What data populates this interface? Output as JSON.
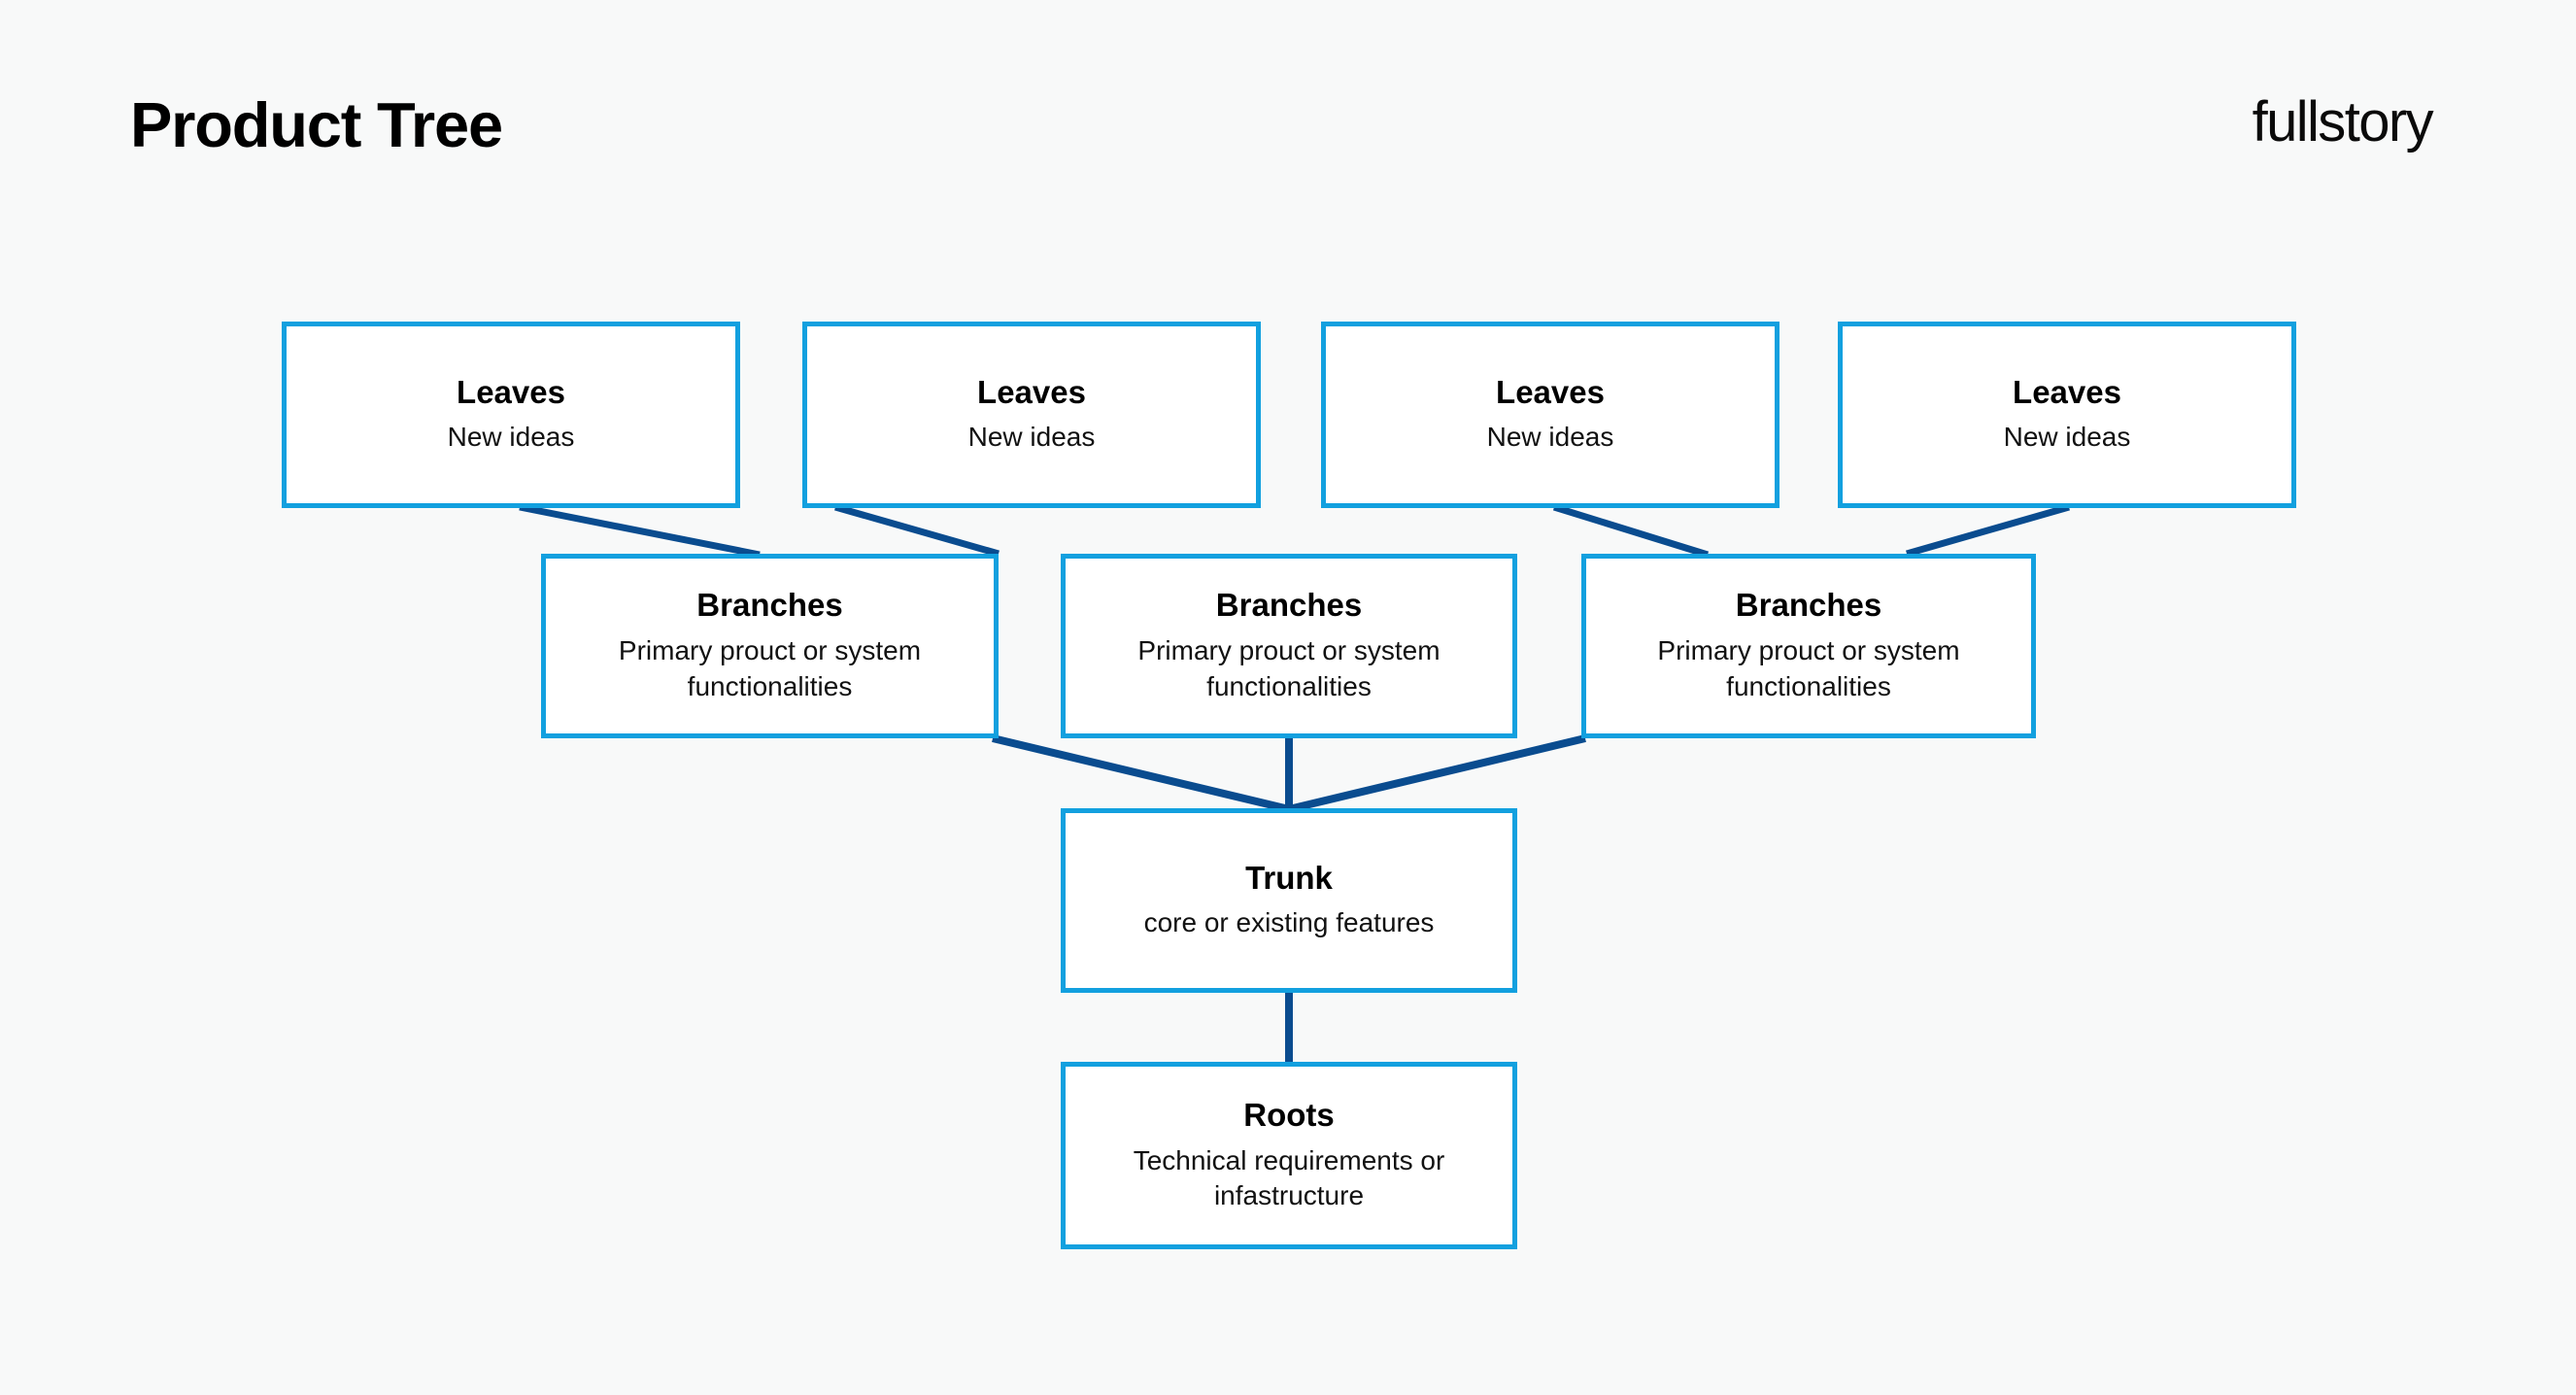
{
  "header": {
    "title": "Product Tree",
    "brand": "fullstory"
  },
  "colors": {
    "node_border": "#12A0DF",
    "connector": "#0A4C8F",
    "background": "#F8F9F9",
    "node_fill": "#FFFFFF",
    "text": "#000000"
  },
  "diagram": {
    "leaves": [
      {
        "title": "Leaves",
        "desc": "New ideas"
      },
      {
        "title": "Leaves",
        "desc": "New ideas"
      },
      {
        "title": "Leaves",
        "desc": "New ideas"
      },
      {
        "title": "Leaves",
        "desc": "New ideas"
      }
    ],
    "branches": [
      {
        "title": "Branches",
        "desc": "Primary prouct or system functionalities"
      },
      {
        "title": "Branches",
        "desc": "Primary prouct or system functionalities"
      },
      {
        "title": "Branches",
        "desc": "Primary prouct or system functionalities"
      }
    ],
    "trunk": {
      "title": "Trunk",
      "desc": "core or existing features"
    },
    "roots": {
      "title": "Roots",
      "desc": "Technical requirements or infastructure"
    }
  }
}
